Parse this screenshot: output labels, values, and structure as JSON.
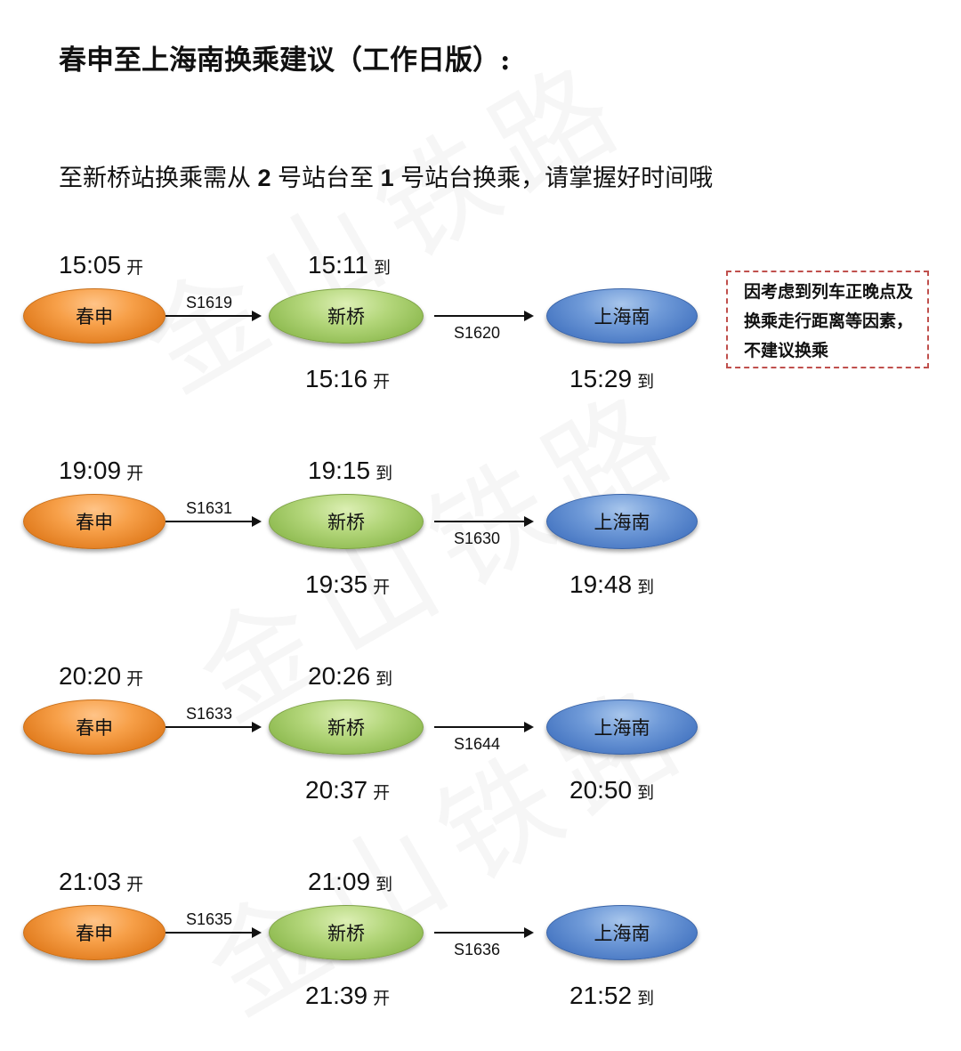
{
  "title": "春申至上海南换乘建议（工作日版）:",
  "subtitle": {
    "part1": "至新桥站换乘需从 ",
    "num1": "2",
    "part2": " 号站台至 ",
    "num2": "1",
    "part3": " 号站台换乘，请掌握好时间哦"
  },
  "watermark": "金山铁路",
  "note": "因考虑到列车正晚点及换乘走行距离等因素，不建议换乘",
  "stations": {
    "origin": "春申",
    "transfer": "新桥",
    "destination": "上海南"
  },
  "units": {
    "depart": "开",
    "arrive": "到"
  },
  "routes": [
    {
      "depart_origin": "15:05",
      "train1": "S1619",
      "arrive_transfer": "15:11",
      "depart_transfer": "15:16",
      "train2": "S1620",
      "arrive_destination": "15:29"
    },
    {
      "depart_origin": "19:09",
      "train1": "S1631",
      "arrive_transfer": "19:15",
      "depart_transfer": "19:35",
      "train2": "S1630",
      "arrive_destination": "19:48"
    },
    {
      "depart_origin": "20:20",
      "train1": "S1633",
      "arrive_transfer": "20:26",
      "depart_transfer": "20:37",
      "train2": "S1644",
      "arrive_destination": "20:50"
    },
    {
      "depart_origin": "21:03",
      "train1": "S1635",
      "arrive_transfer": "21:09",
      "depart_transfer": "21:39",
      "train2": "S1636",
      "arrive_destination": "21:52"
    }
  ]
}
